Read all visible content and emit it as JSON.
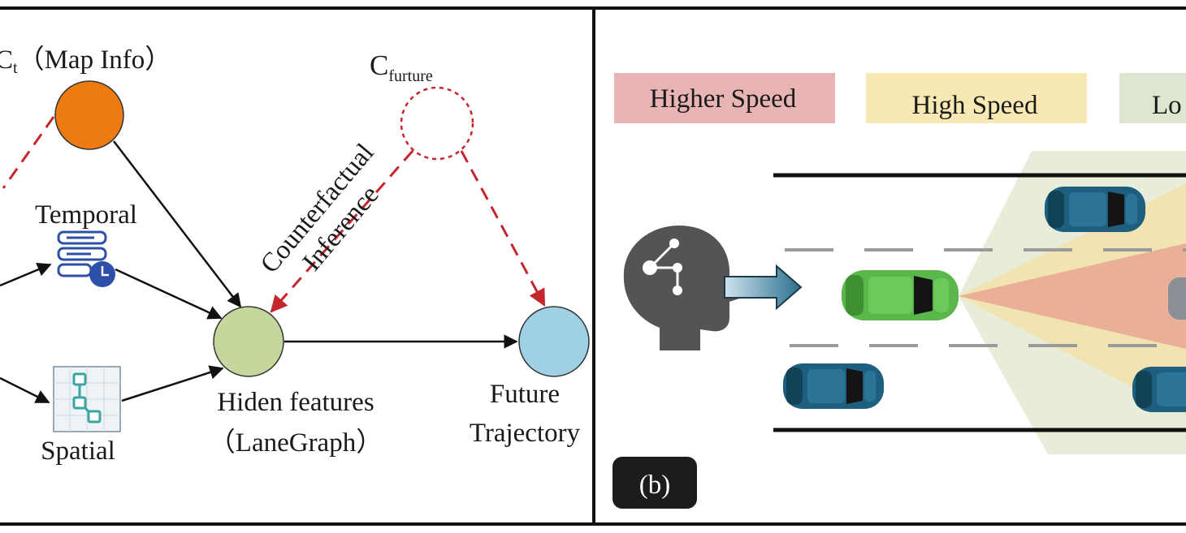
{
  "left_panel": {
    "map_label_prefix": "C",
    "map_label_sub": "t",
    "map_label_suffix": "（Map Info）",
    "future_label_prefix": "C",
    "future_label_sub": "furture",
    "temporal_label": "Temporal",
    "spatial_label": "Spatial",
    "counterfactual_line1": "Counterfactual",
    "counterfactual_line2": "Inference",
    "hidden_line1": "Hiden features",
    "hidden_line2": "（LaneGraph）",
    "future_line1": "Future",
    "future_line2": "Trajectory"
  },
  "right_panel": {
    "legend": [
      {
        "label": "Higher Speed",
        "color": "#e8b4b4"
      },
      {
        "label": "High Speed",
        "color": "#f8e9b4"
      },
      {
        "label": "Lo",
        "color": "#dde7cf"
      }
    ],
    "panel_tag": "(b)"
  },
  "colors": {
    "map_node": "#ee7a12",
    "hidden_node": "#c5d79d",
    "future_node": "#9fd0e6",
    "causal_dashed": "#c4262e",
    "ego_car": "#5ab84a",
    "other_car": "#1e5f7f",
    "icon_blue": "#2d4fa8"
  },
  "icons": [
    "brain-head-icon",
    "temporal-clock-icon",
    "spatial-graph-icon",
    "arrow-right-icon"
  ]
}
